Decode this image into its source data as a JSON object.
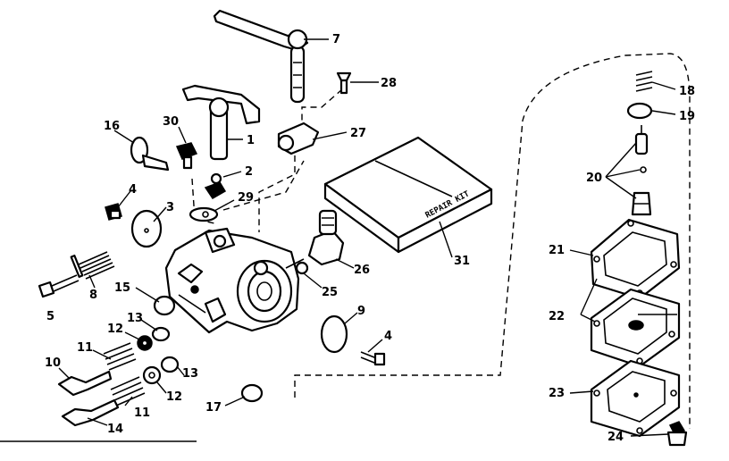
{
  "diagram": {
    "carton_label": "REPAIR KIT",
    "callouts": [
      {
        "id": "c7",
        "text": "7"
      },
      {
        "id": "c28",
        "text": "28"
      },
      {
        "id": "c18",
        "text": "18"
      },
      {
        "id": "c19",
        "text": "19"
      },
      {
        "id": "c27",
        "text": "27"
      },
      {
        "id": "c16",
        "text": "16"
      },
      {
        "id": "c30",
        "text": "30"
      },
      {
        "id": "c1",
        "text": "1"
      },
      {
        "id": "c2",
        "text": "2"
      },
      {
        "id": "c20",
        "text": "20"
      },
      {
        "id": "c4a",
        "text": "4"
      },
      {
        "id": "c29",
        "text": "29"
      },
      {
        "id": "c3",
        "text": "3"
      },
      {
        "id": "c26",
        "text": "26"
      },
      {
        "id": "c31",
        "text": "31"
      },
      {
        "id": "c21",
        "text": "21"
      },
      {
        "id": "c8",
        "text": "8"
      },
      {
        "id": "c15",
        "text": "15"
      },
      {
        "id": "c25",
        "text": "25"
      },
      {
        "id": "c22",
        "text": "22"
      },
      {
        "id": "c5",
        "text": "5"
      },
      {
        "id": "c9",
        "text": "9"
      },
      {
        "id": "c13a",
        "text": "13"
      },
      {
        "id": "c12a",
        "text": "12"
      },
      {
        "id": "c4b",
        "text": "4"
      },
      {
        "id": "c11a",
        "text": "11"
      },
      {
        "id": "c10",
        "text": "10"
      },
      {
        "id": "c13b",
        "text": "13"
      },
      {
        "id": "c12b",
        "text": "12"
      },
      {
        "id": "c23",
        "text": "23"
      },
      {
        "id": "c17",
        "text": "17"
      },
      {
        "id": "c11b",
        "text": "11"
      },
      {
        "id": "c14",
        "text": "14"
      },
      {
        "id": "c24",
        "text": "24"
      }
    ]
  }
}
